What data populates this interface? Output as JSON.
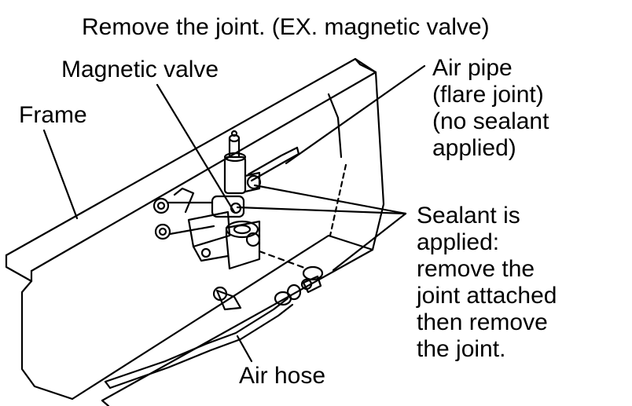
{
  "title": "Remove the joint. (EX. magnetic valve)",
  "labels": {
    "magnetic_valve": "Magnetic valve",
    "frame": "Frame",
    "air_pipe": [
      "Air pipe",
      "(flare joint)",
      "(no sealant",
      "applied)"
    ],
    "sealant": [
      "Sealant is",
      "applied:",
      "remove the",
      "joint attached",
      "then remove",
      "the joint."
    ],
    "air_hose": "Air hose"
  }
}
